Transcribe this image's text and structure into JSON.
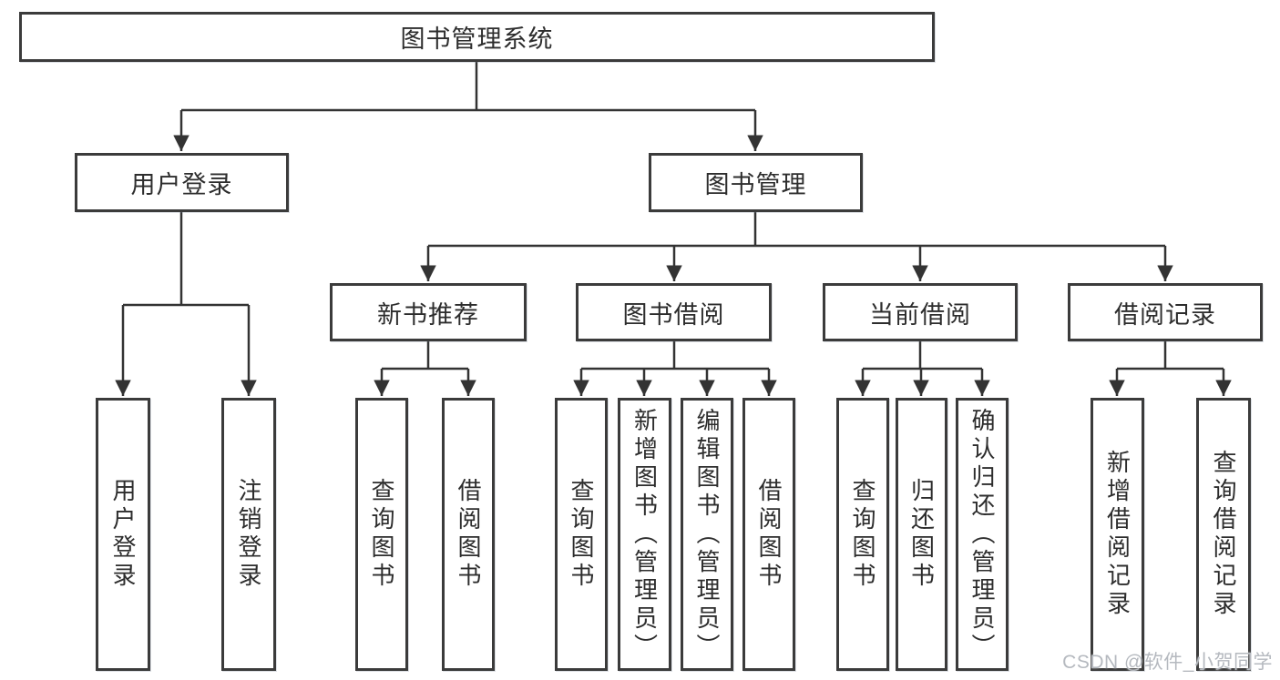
{
  "nodes": {
    "root": "图书管理系统",
    "user_login": "用户登录",
    "book_mgmt": "图书管理",
    "l3": [
      "新书推荐",
      "图书借阅",
      "当前借阅",
      "借阅记录"
    ],
    "leaves_user": [
      "用户登录",
      "注销登录"
    ],
    "leaves_recommend": [
      "查询图书",
      "借阅图书"
    ],
    "leaves_borrow": [
      "查询图书",
      "新增图书（管理员）",
      "编辑图书（管理员）",
      "借阅图书"
    ],
    "leaves_current": [
      "查询图书",
      "归还图书",
      "确认归还（管理员）"
    ],
    "leaves_records": [
      "新增借阅记录",
      "查询借阅记录"
    ]
  },
  "watermark": "CSDN @软件_小贺同学",
  "colors": {
    "line": "#333333",
    "box_border": "#3b3b3b",
    "text": "#2d2d2d",
    "watermark": "#b5b9bf",
    "background": "#ffffff"
  }
}
